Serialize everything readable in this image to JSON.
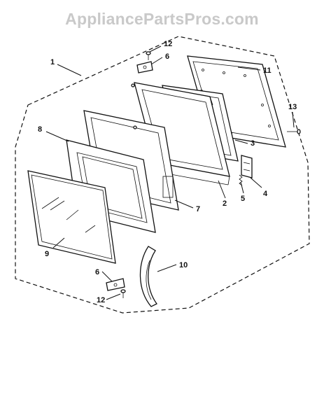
{
  "watermark": "AppliancePartsPros.com",
  "callouts": {
    "c1": "1",
    "c2": "2",
    "c3": "3",
    "c4": "4",
    "c5": "5",
    "c6a": "6",
    "c6b": "6",
    "c7": "7",
    "c8": "8",
    "c9": "9",
    "c10": "10",
    "c11": "11",
    "c12a": "12",
    "c12b": "12",
    "c13": "13"
  }
}
